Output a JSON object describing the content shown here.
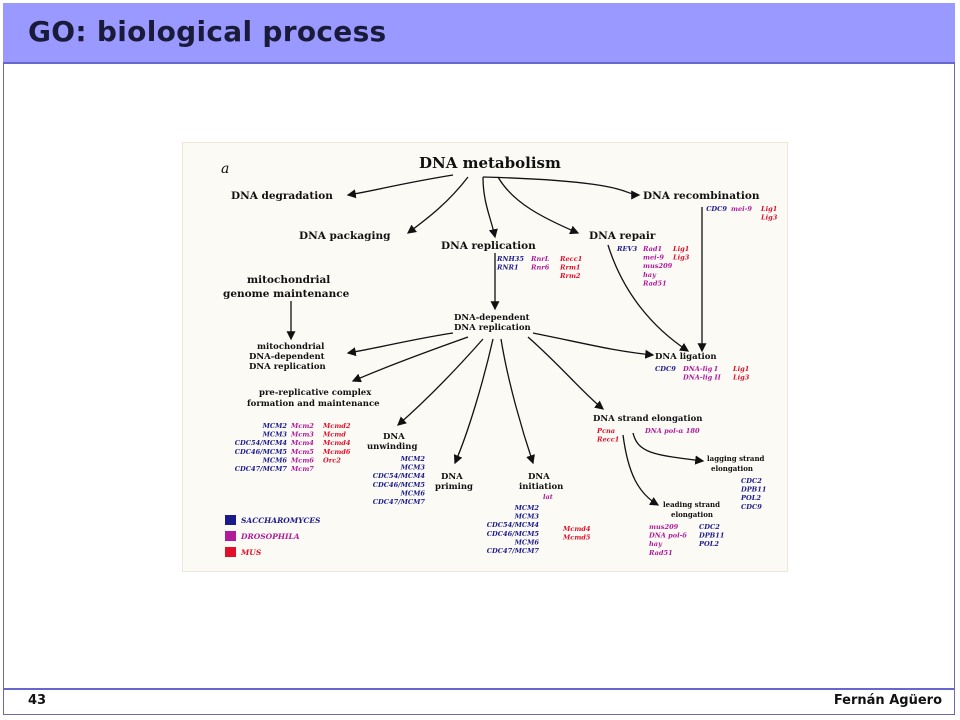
{
  "slide": {
    "title": "GO: biological process",
    "number": "43",
    "author": "Fernán Agüero"
  },
  "colors": {
    "titlebar": "#9999ff",
    "saccharomyces": "#1a1a8c",
    "drosophila": "#b01a9c",
    "mus": "#e0102a"
  },
  "figure": {
    "panel_letter": "a",
    "root": "DNA metabolism",
    "nodes": {
      "degradation": "DNA degradation",
      "recombination": "DNA recombination",
      "packaging": "DNA packaging",
      "replication": "DNA replication",
      "repair": "DNA repair",
      "mito_maint_1": "mitochondrial",
      "mito_maint_2": "genome maintenance",
      "dep_rep_1": "DNA-dependent",
      "dep_rep_2": "DNA replication",
      "mito_rep_1": "mitochondrial",
      "mito_rep_2": "DNA-dependent",
      "mito_rep_3": "DNA replication",
      "ligation": "DNA ligation",
      "prerep_1": "pre-replicative complex",
      "prerep_2": "formation and maintenance",
      "elongation": "DNA strand elongation",
      "unwinding_1": "DNA",
      "unwinding_2": "unwinding",
      "priming_1": "DNA",
      "priming_2": "priming",
      "initiation_1": "DNA",
      "initiation_2": "initiation",
      "lagging_1": "lagging strand",
      "lagging_2": "elongation",
      "leading_1": "leading strand",
      "leading_2": "elongation"
    },
    "genes": {
      "recombination_sac": [
        "CDC9"
      ],
      "recombination_dro": [
        "mei-9"
      ],
      "recombination_mus": [
        "Lig1",
        "Lig3"
      ],
      "replication_sac": [
        "RNH35",
        "RNR1"
      ],
      "replication_dro": [
        "RnrL",
        "Rnr6"
      ],
      "replication_mus": [
        "Recc1",
        "Rrm1",
        "Rrm2"
      ],
      "repair_sac": [
        "REV3"
      ],
      "repair_dro": [
        "Rad1",
        "mei-9",
        "mus209",
        "hay",
        "Rad51"
      ],
      "repair_mus": [
        "Lig1",
        "Lig3"
      ],
      "ligation_sac": [
        "CDC9"
      ],
      "ligation_dro": [
        "DNA-lig I",
        "DNA-lig II"
      ],
      "ligation_mus": [
        "Lig1",
        "Lig3"
      ],
      "prerep_sac": [
        "MCM2",
        "MCM3",
        "CDC54/MCM4",
        "CDC46/MCM5",
        "MCM6",
        "CDC47/MCM7"
      ],
      "prerep_dro": [
        "Mcm2",
        "Mcm3",
        "Mcm4",
        "Mcm5",
        "Mcm6",
        "Mcm7"
      ],
      "prerep_mus": [
        "Mcmd2",
        "Mcmd",
        "Mcmd4",
        "Mcmd6",
        "Orc2"
      ],
      "unwinding_sac": [
        "MCM2",
        "MCM3",
        "CDC54/MCM4",
        "CDC46/MCM5",
        "MCM6",
        "CDC47/MCM7"
      ],
      "initiation_dro": [
        "lat"
      ],
      "initiation_sac": [
        "MCM2",
        "MCM3",
        "CDC54/MCM4",
        "CDC46/MCM5",
        "MCM6",
        "CDC47/MCM7"
      ],
      "initiation_mus": [
        "Mcmd4",
        "Mcmd5"
      ],
      "elongation_mus": [
        "Pcna",
        "Recc1"
      ],
      "elongation_dro": [
        "DNA pol-α 180"
      ],
      "lagging_sac": [
        "CDC2",
        "DPB11",
        "POL2",
        "CDC9"
      ],
      "leading_dro": [
        "mus209",
        "DNA pol-δ",
        "hay",
        "Rad51"
      ],
      "leading_sac": [
        "CDC2",
        "DPB11",
        "POL2"
      ]
    },
    "legend": [
      "SACCHAROMYCES",
      "DROSOPHILA",
      "MUS"
    ]
  }
}
